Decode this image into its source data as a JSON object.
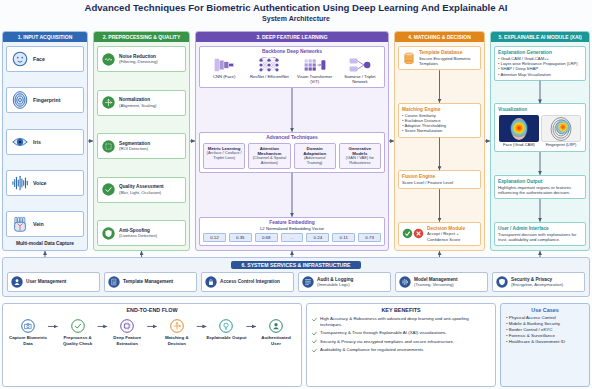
{
  "diagram": {
    "title": "Advanced Techniques For Biometric Authentication Using Deep Learning And Explainable AI",
    "nodes": [
      {
        "text": [
          "1. INPUT ACQUISITION",
          "Multi-modal Data Capture"
        ]
      },
      {
        "text": [
          "Face"
        ],
        "in": 0
      },
      {
        "text": [
          "Fingerprint"
        ],
        "in": 0
      },
      {
        "text": [
          "Iris"
        ],
        "in": 0
      },
      {
        "text": [
          "Voice"
        ],
        "in": 0
      },
      {
        "text": [
          "Vein"
        ],
        "in": 0
      },
      {
        "text": [
          "2. PREPROCESSING & QUALITY"
        ]
      },
      {
        "text": [
          "Noise Reduction",
          "(Filtering, Denoising)"
        ],
        "in": 6
      },
      {
        "text": [
          "Normalization",
          "(Alignment, Scaling)"
        ],
        "in": 6
      },
      {
        "text": [
          "Segmentation",
          "(ROI Detection)"
        ],
        "in": 6
      },
      {
        "text": [
          "Quality Assessment",
          "(Blur, Light, Occlusion)"
        ],
        "in": 6
      },
      {
        "text": [
          "Anti-Spoofing",
          "(Liveness Detection)"
        ],
        "in": 6
      },
      {
        "text": [
          "3. DEEP FEATURE LEARNING"
        ]
      },
      {
        "text": [
          "Backbone Deep Networks"
        ],
        "in": 12
      },
      {
        "text": [
          "CNN (Face)"
        ],
        "in": 13
      },
      {
        "text": [
          "ResNet / EfficientNet"
        ],
        "in": 13
      },
      {
        "text": [
          "Vision Transformer (ViT)"
        ],
        "in": 13
      },
      {
        "text": [
          "Siamese / Triplet Network"
        ],
        "in": 13
      },
      {
        "text": [
          "Advanced Techniques"
        ],
        "in": 12
      },
      {
        "text": [
          "Metric Learning",
          "(Arcface / Cosface / Triplet Loss)"
        ],
        "in": 18
      },
      {
        "text": [
          "Attention Mechanism",
          "(Channel & Spatial Attention)"
        ],
        "in": 18
      },
      {
        "text": [
          "Domain Adaptation",
          "(Adversarial Training)"
        ],
        "in": 18
      },
      {
        "text": [
          "Generative Models",
          "(GAN / VAE) for Robustness"
        ],
        "in": 18
      },
      {
        "text": [
          "Feature Embedding",
          "L2 Normalized Embedding Vector"
        ],
        "in": 12
      },
      {
        "text": [
          "0.12"
        ],
        "in": 23
      },
      {
        "text": [
          "0.35"
        ],
        "in": 23
      },
      {
        "text": [
          "0.68"
        ],
        "in": 23
      },
      {
        "text": [
          "..."
        ],
        "in": 23
      },
      {
        "text": [
          "0.24"
        ],
        "in": 23
      },
      {
        "text": [
          "0.11"
        ],
        "in": 23
      },
      {
        "text": [
          "0.73"
        ],
        "in": 23
      },
      {
        "text": [
          "4. MATCHING & DECISION"
        ]
      },
      {
        "text": [
          "Template Database",
          "Secure Encrypted Biometric Templates"
        ],
        "in": 31
      },
      {
        "text": [
          "Matching Engine",
          "• Cosine Similarity",
          "• Euclidean Distance",
          "• Adaptive Thresholding",
          "• Score Normalization"
        ],
        "in": 31
      },
      {
        "text": [
          "Fusion Engine",
          "Score Level / Feature Level"
        ],
        "in": 31
      },
      {
        "text": [
          "Decision Module",
          "Accept / Reject + Confidence Score"
        ],
        "in": 31
      },
      {
        "text": [
          "5. EXPLAINABLE AI MODULE (XAI)"
        ]
      },
      {
        "text": [
          "Explanation Generation",
          "• Grad-CAM / Grad-CAM++",
          "• Layer-wise Relevance Propagation (LRP)",
          "• SHAP / Deep SHAP",
          "• Attention Map Visualization"
        ],
        "in": 36
      },
      {
        "text": [
          "Visualization",
          "Face (Grad-CAM)",
          "Fingerprint (LRP)"
        ],
        "in": 36
      },
      {
        "text": [
          "Explanation Output",
          "Highlights important regions or features influencing the authentication decision."
        ],
        "in": 36
      },
      {
        "text": [
          "User / Admin Interface",
          "Transparent decision with explanations for trust, auditability and compliance."
        ],
        "in": 36
      },
      {
        "text": [
          "6. SYSTEM SERVICES & INFRASTRUCTURE"
        ]
      },
      {
        "text": [
          "User Management"
        ],
        "in": 41
      },
      {
        "text": [
          "Template Management"
        ],
        "in": 41
      },
      {
        "text": [
          "Access Control Integration"
        ],
        "in": 41
      },
      {
        "text": [
          "Audit & Logging",
          "(Immutable Logs)"
        ],
        "in": 41
      },
      {
        "text": [
          "Model Management",
          "(Training, Versioning)"
        ],
        "in": 41
      },
      {
        "text": [
          "Security & Privacy",
          "(Encryption, Anonymization)"
        ],
        "in": 41
      },
      {
        "text": [
          "END-TO-END FLOW"
        ]
      },
      {
        "text": [
          "Capture Biometric Data"
        ],
        "in": 48
      },
      {
        "text": [
          "Preprocess & Quality Check"
        ],
        "in": 48
      },
      {
        "text": [
          "Deep Feature Extraction"
        ],
        "in": 48
      },
      {
        "text": [
          "Matching & Decision"
        ],
        "in": 48
      },
      {
        "text": [
          "Explainable Output"
        ],
        "in": 48
      },
      {
        "text": [
          "Authenticated User"
        ],
        "in": 48
      },
      {
        "text": [
          "KEY BENEFITS",
          "High Accuracy & Robustness with advanced deep learning and anti-spoofing techniques.",
          "Transparency & Trust through Explainable AI (XAI) visualizations.",
          "Security & Privacy via encrypted templates and secure infrastructure.",
          "Auditability & Compliance for regulated environments."
        ]
      },
      {
        "text": [
          "Use Cases",
          "• Physical Access Control",
          "• Mobile & Banking Security",
          "• Border Control / eKYC",
          "• Forensic & Surveillance",
          "• Healthcare & Government ID"
        ]
      }
    ],
    "edges": [
      {
        "from": 0,
        "to": 6,
        "arrow": "to"
      },
      {
        "from": 6,
        "to": 12,
        "arrow": "to"
      },
      {
        "from": 12,
        "to": 31,
        "arrow": "to"
      },
      {
        "from": 31,
        "to": 36,
        "arrow": "to"
      },
      {
        "from": 13,
        "to": 18,
        "arrow": "to"
      },
      {
        "from": 18,
        "to": 23,
        "arrow": "to"
      },
      {
        "from": 32,
        "to": 33,
        "arrow": "to"
      },
      {
        "from": 33,
        "to": 34,
        "arrow": "to"
      },
      {
        "from": 34,
        "to": 35,
        "arrow": "to"
      },
      {
        "from": 37,
        "to": 38,
        "arrow": "to"
      },
      {
        "from": 38,
        "to": 39,
        "arrow": "to"
      },
      {
        "from": 39,
        "to": 40,
        "arrow": "to"
      },
      {
        "from": 41,
        "to": 0,
        "arrow": "to"
      },
      {
        "from": 41,
        "to": 6,
        "arrow": "to"
      },
      {
        "from": 41,
        "to": 12,
        "arrow": "to"
      },
      {
        "from": 41,
        "to": 31,
        "arrow": "to"
      },
      {
        "from": 41,
        "to": 36,
        "arrow": "to"
      },
      {
        "from": 49,
        "to": 50,
        "arrow": "to"
      },
      {
        "from": 50,
        "to": 51,
        "arrow": "to"
      },
      {
        "from": 51,
        "to": 52,
        "arrow": "to"
      },
      {
        "from": 52,
        "to": 53,
        "arrow": "to"
      },
      {
        "from": 53,
        "to": 54,
        "arrow": "to"
      }
    ],
    "labels": [
      "System Architecture"
    ]
  }
}
